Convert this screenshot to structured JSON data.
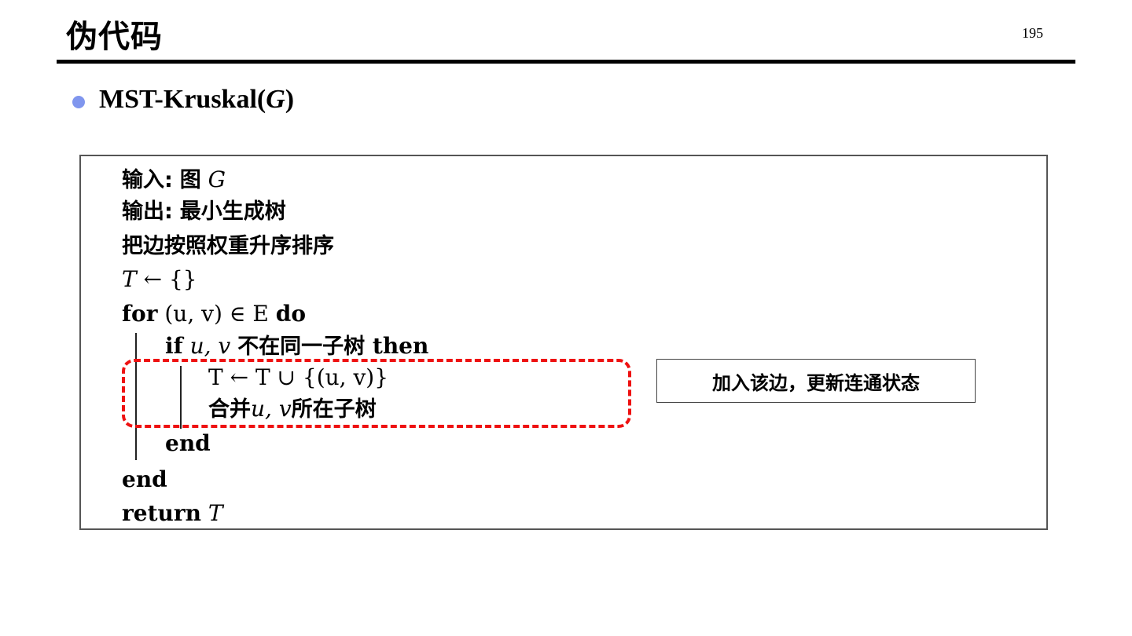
{
  "slide": {
    "title": "伪代码",
    "page_number": "195"
  },
  "bullet": {
    "prefix": "MST-Kruskal(",
    "arg": "G",
    "suffix": ")",
    "bullet_color": "#8096ee"
  },
  "algorithm": {
    "input_label": "输入:",
    "input_text": "图",
    "input_var": "G",
    "output_label": "输出:",
    "output_text": "最小生成树",
    "sort_step": "把边按照权重升序排序",
    "init_var": "T",
    "init_op": " ← {}",
    "for_kw": "for",
    "for_expr": " (u, v) ∈ E ",
    "do_kw": "do",
    "if_kw": "if",
    "if_vars": " u, v ",
    "if_cond": "不在同一子树",
    "then_kw": " then",
    "union_step": "T ← T ∪ {(u, v)}",
    "merge_prefix": "合并",
    "merge_vars": "u, v",
    "merge_suffix": "所在子树",
    "end_inner": "end",
    "end_outer": "end",
    "return_kw": "return",
    "return_var": " T"
  },
  "annotation": {
    "text": "加入该边，更新连通状态",
    "highlight_color": "#ee1111"
  }
}
